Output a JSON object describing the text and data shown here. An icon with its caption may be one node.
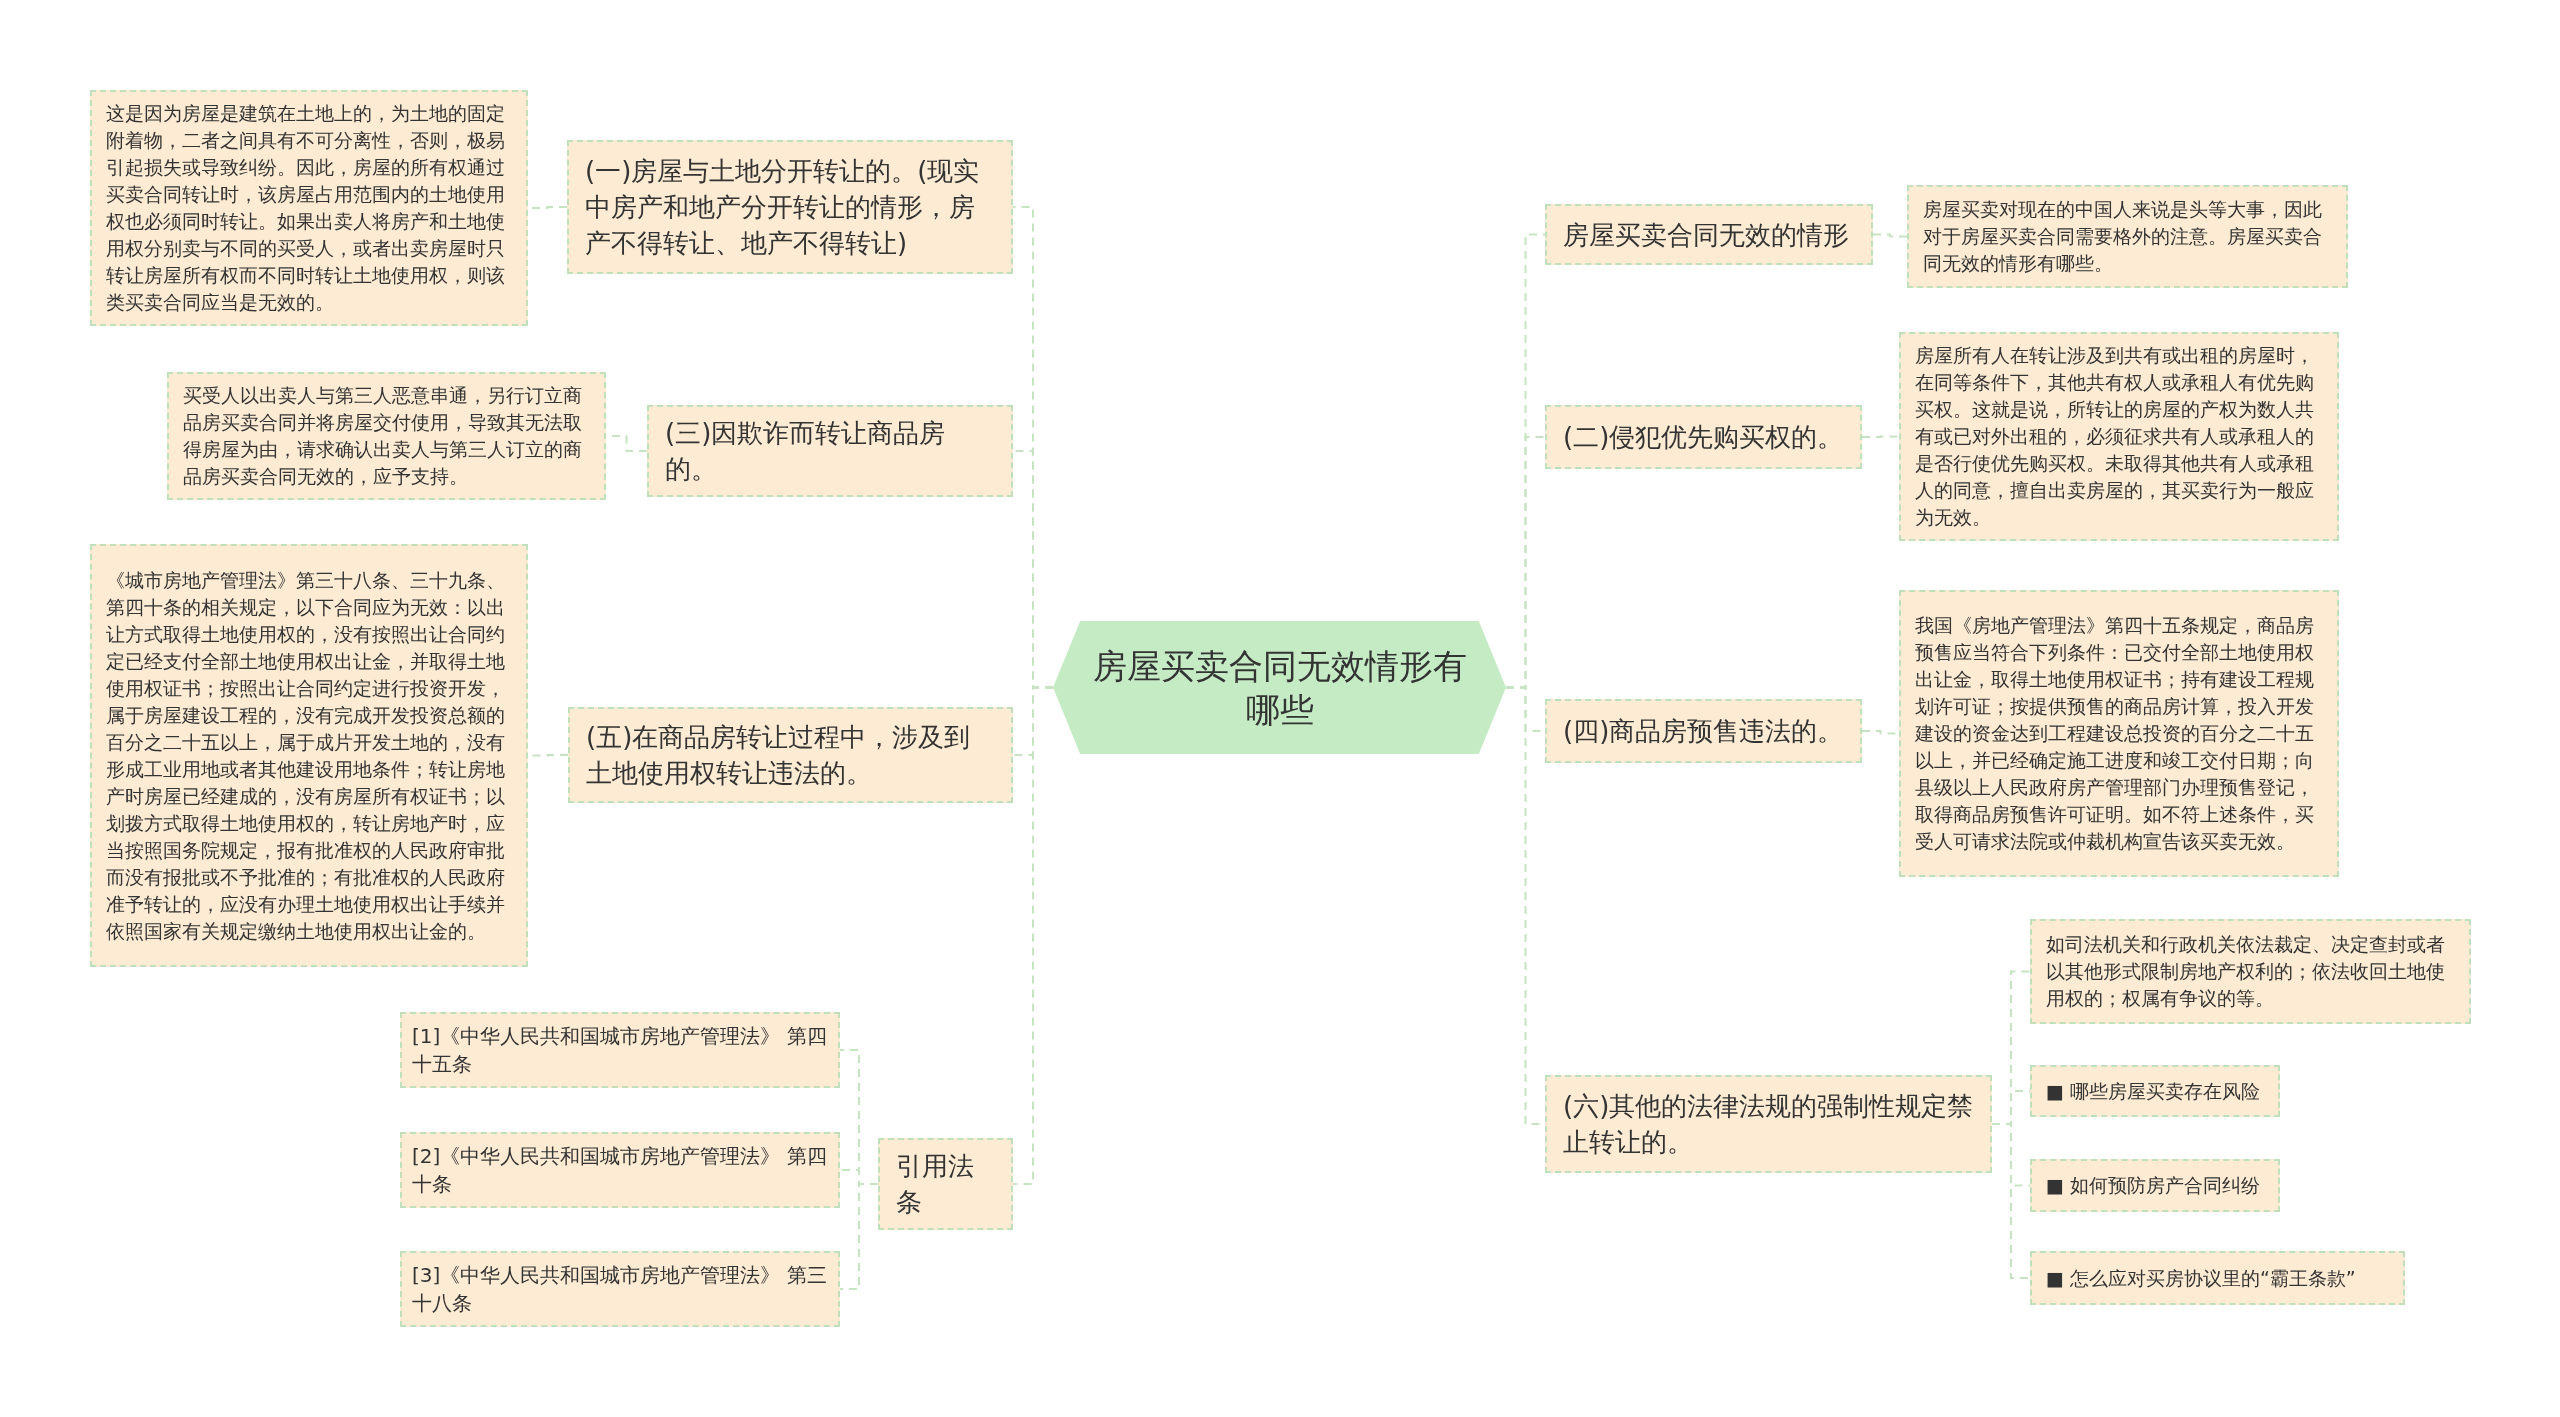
{
  "diagram": {
    "nodes": [
      {
        "text": [
          "房屋买卖合同无效情形有哪些"
        ]
      },
      {
        "text": [
          "(一)房屋与土地分开转让的。(现实中房产和地产分开转让的情形，房产不得转让、地产不得转让)"
        ]
      },
      {
        "text": [
          "这是因为房屋是建筑在土地上的，为土地的固定附着物，二者之间具有不可分离性，否则，极易引起损失或导致纠纷。因此，房屋的所有权通过买卖合同转让时，该房屋占用范围内的土地使用权也必须同时转让。如果出卖人将房产和土地使用权分别卖与不同的买受人，或者出卖房屋时只转让房屋所有权而不同时转让土地使用权，则该类买卖合同应当是无效的。"
        ]
      },
      {
        "text": [
          "(三)因欺诈而转让商品房的。"
        ]
      },
      {
        "text": [
          "买受人以出卖人与第三人恶意串通，另行订立商品房买卖合同并将房屋交付使用，导致其无法取得房屋为由，请求确认出卖人与第三人订立的商品房买卖合同无效的，应予支持。"
        ]
      },
      {
        "text": [
          "(五)在商品房转让过程中，涉及到土地使用权转让违法的。"
        ]
      },
      {
        "text": [
          "《城市房地产管理法》第三十八条、三十九条、第四十条的相关规定，以下合同应为无效：以出让方式取得土地使用权的，没有按照出让合同约定已经支付全部土地使用权出让金，并取得土地使用权证书；按照出让合同约定进行投资开发，属于房屋建设工程的，没有完成开发投资总额的百分之二十五以上，属于成片开发土地的，没有形成工业用地或者其他建设用地条件；转让房地产时房屋已经建成的，没有房屋所有权证书；以划拨方式取得土地使用权的，转让房地产时，应当按照国务院规定，报有批准权的人民政府审批而没有报批或不予批准的；有批准权的人民政府准予转让的，应没有办理土地使用权出让手续并依照国家有关规定缴纳土地使用权出让金的。"
        ]
      },
      {
        "text": [
          "引用法条"
        ]
      },
      {
        "text": [
          "[1]《中华人民共和国城市房地产管理法》 第四十五条"
        ]
      },
      {
        "text": [
          "[2]《中华人民共和国城市房地产管理法》 第四十条"
        ]
      },
      {
        "text": [
          "[3]《中华人民共和国城市房地产管理法》 第三十八条"
        ]
      },
      {
        "text": [
          "房屋买卖合同无效的情形"
        ]
      },
      {
        "text": [
          "房屋买卖对现在的中国人来说是头等大事，因此对于房屋买卖合同需要格外的注意。房屋买卖合同无效的情形有哪些。"
        ]
      },
      {
        "text": [
          "(二)侵犯优先购买权的。"
        ]
      },
      {
        "text": [
          "房屋所有人在转让涉及到共有或出租的房屋时，在同等条件下，其他共有权人或承租人有优先购买权。这就是说，所转让的房屋的产权为数人共有或已对外出租的，必须征求共有人或承租人的是否行使优先购买权。未取得其他共有人或承租人的同意，擅自出卖房屋的，其买卖行为一般应为无效。"
        ]
      },
      {
        "text": [
          "(四)商品房预售违法的。"
        ]
      },
      {
        "text": [
          "我国《房地产管理法》第四十五条规定，商品房预售应当符合下列条件：已交付全部土地使用权出让金，取得土地使用权证书；持有建设工程规划许可证；按提供预售的商品房计算，投入开发建设的资金达到工程建设总投资的百分之二十五以上，并已经确定施工进度和竣工交付日期；向县级以上人民政府房产管理部门办理预售登记，取得商品房预售许可证明。如不符上述条件，买受人可请求法院或仲裁机构宣告该买卖无效。"
        ]
      },
      {
        "text": [
          "(六)其他的法律法规的强制性规定禁止转让的。"
        ]
      },
      {
        "text": [
          "如司法机关和行政机关依法裁定、决定查封或者以其他形式限制房地产权利的；依法收回土地使用权的；权属有争议的等。"
        ]
      },
      {
        "text": [
          "■ 哪些房屋买卖存在风险"
        ]
      },
      {
        "text": [
          "■ 如何预防房产合同纠纷"
        ]
      },
      {
        "text": [
          "■ 怎么应对买房协议里的“霸王条款”"
        ]
      }
    ],
    "edges": [
      {
        "from": 0,
        "to": 1,
        "arrow": "none"
      },
      {
        "from": 1,
        "to": 2,
        "arrow": "none"
      },
      {
        "from": 0,
        "to": 3,
        "arrow": "none"
      },
      {
        "from": 3,
        "to": 4,
        "arrow": "none"
      },
      {
        "from": 0,
        "to": 5,
        "arrow": "none"
      },
      {
        "from": 5,
        "to": 6,
        "arrow": "none"
      },
      {
        "from": 0,
        "to": 7,
        "arrow": "none"
      },
      {
        "from": 7,
        "to": 8,
        "arrow": "none"
      },
      {
        "from": 7,
        "to": 9,
        "arrow": "none"
      },
      {
        "from": 7,
        "to": 10,
        "arrow": "none"
      },
      {
        "from": 0,
        "to": 11,
        "arrow": "none"
      },
      {
        "from": 11,
        "to": 12,
        "arrow": "none"
      },
      {
        "from": 0,
        "to": 13,
        "arrow": "none"
      },
      {
        "from": 13,
        "to": 14,
        "arrow": "none"
      },
      {
        "from": 0,
        "to": 15,
        "arrow": "none"
      },
      {
        "from": 15,
        "to": 16,
        "arrow": "none"
      },
      {
        "from": 0,
        "to": 17,
        "arrow": "none"
      },
      {
        "from": 17,
        "to": 18,
        "arrow": "none"
      },
      {
        "from": 17,
        "to": 19,
        "arrow": "none"
      },
      {
        "from": 17,
        "to": 20,
        "arrow": "none"
      },
      {
        "from": 17,
        "to": 21,
        "arrow": "none"
      }
    ]
  }
}
